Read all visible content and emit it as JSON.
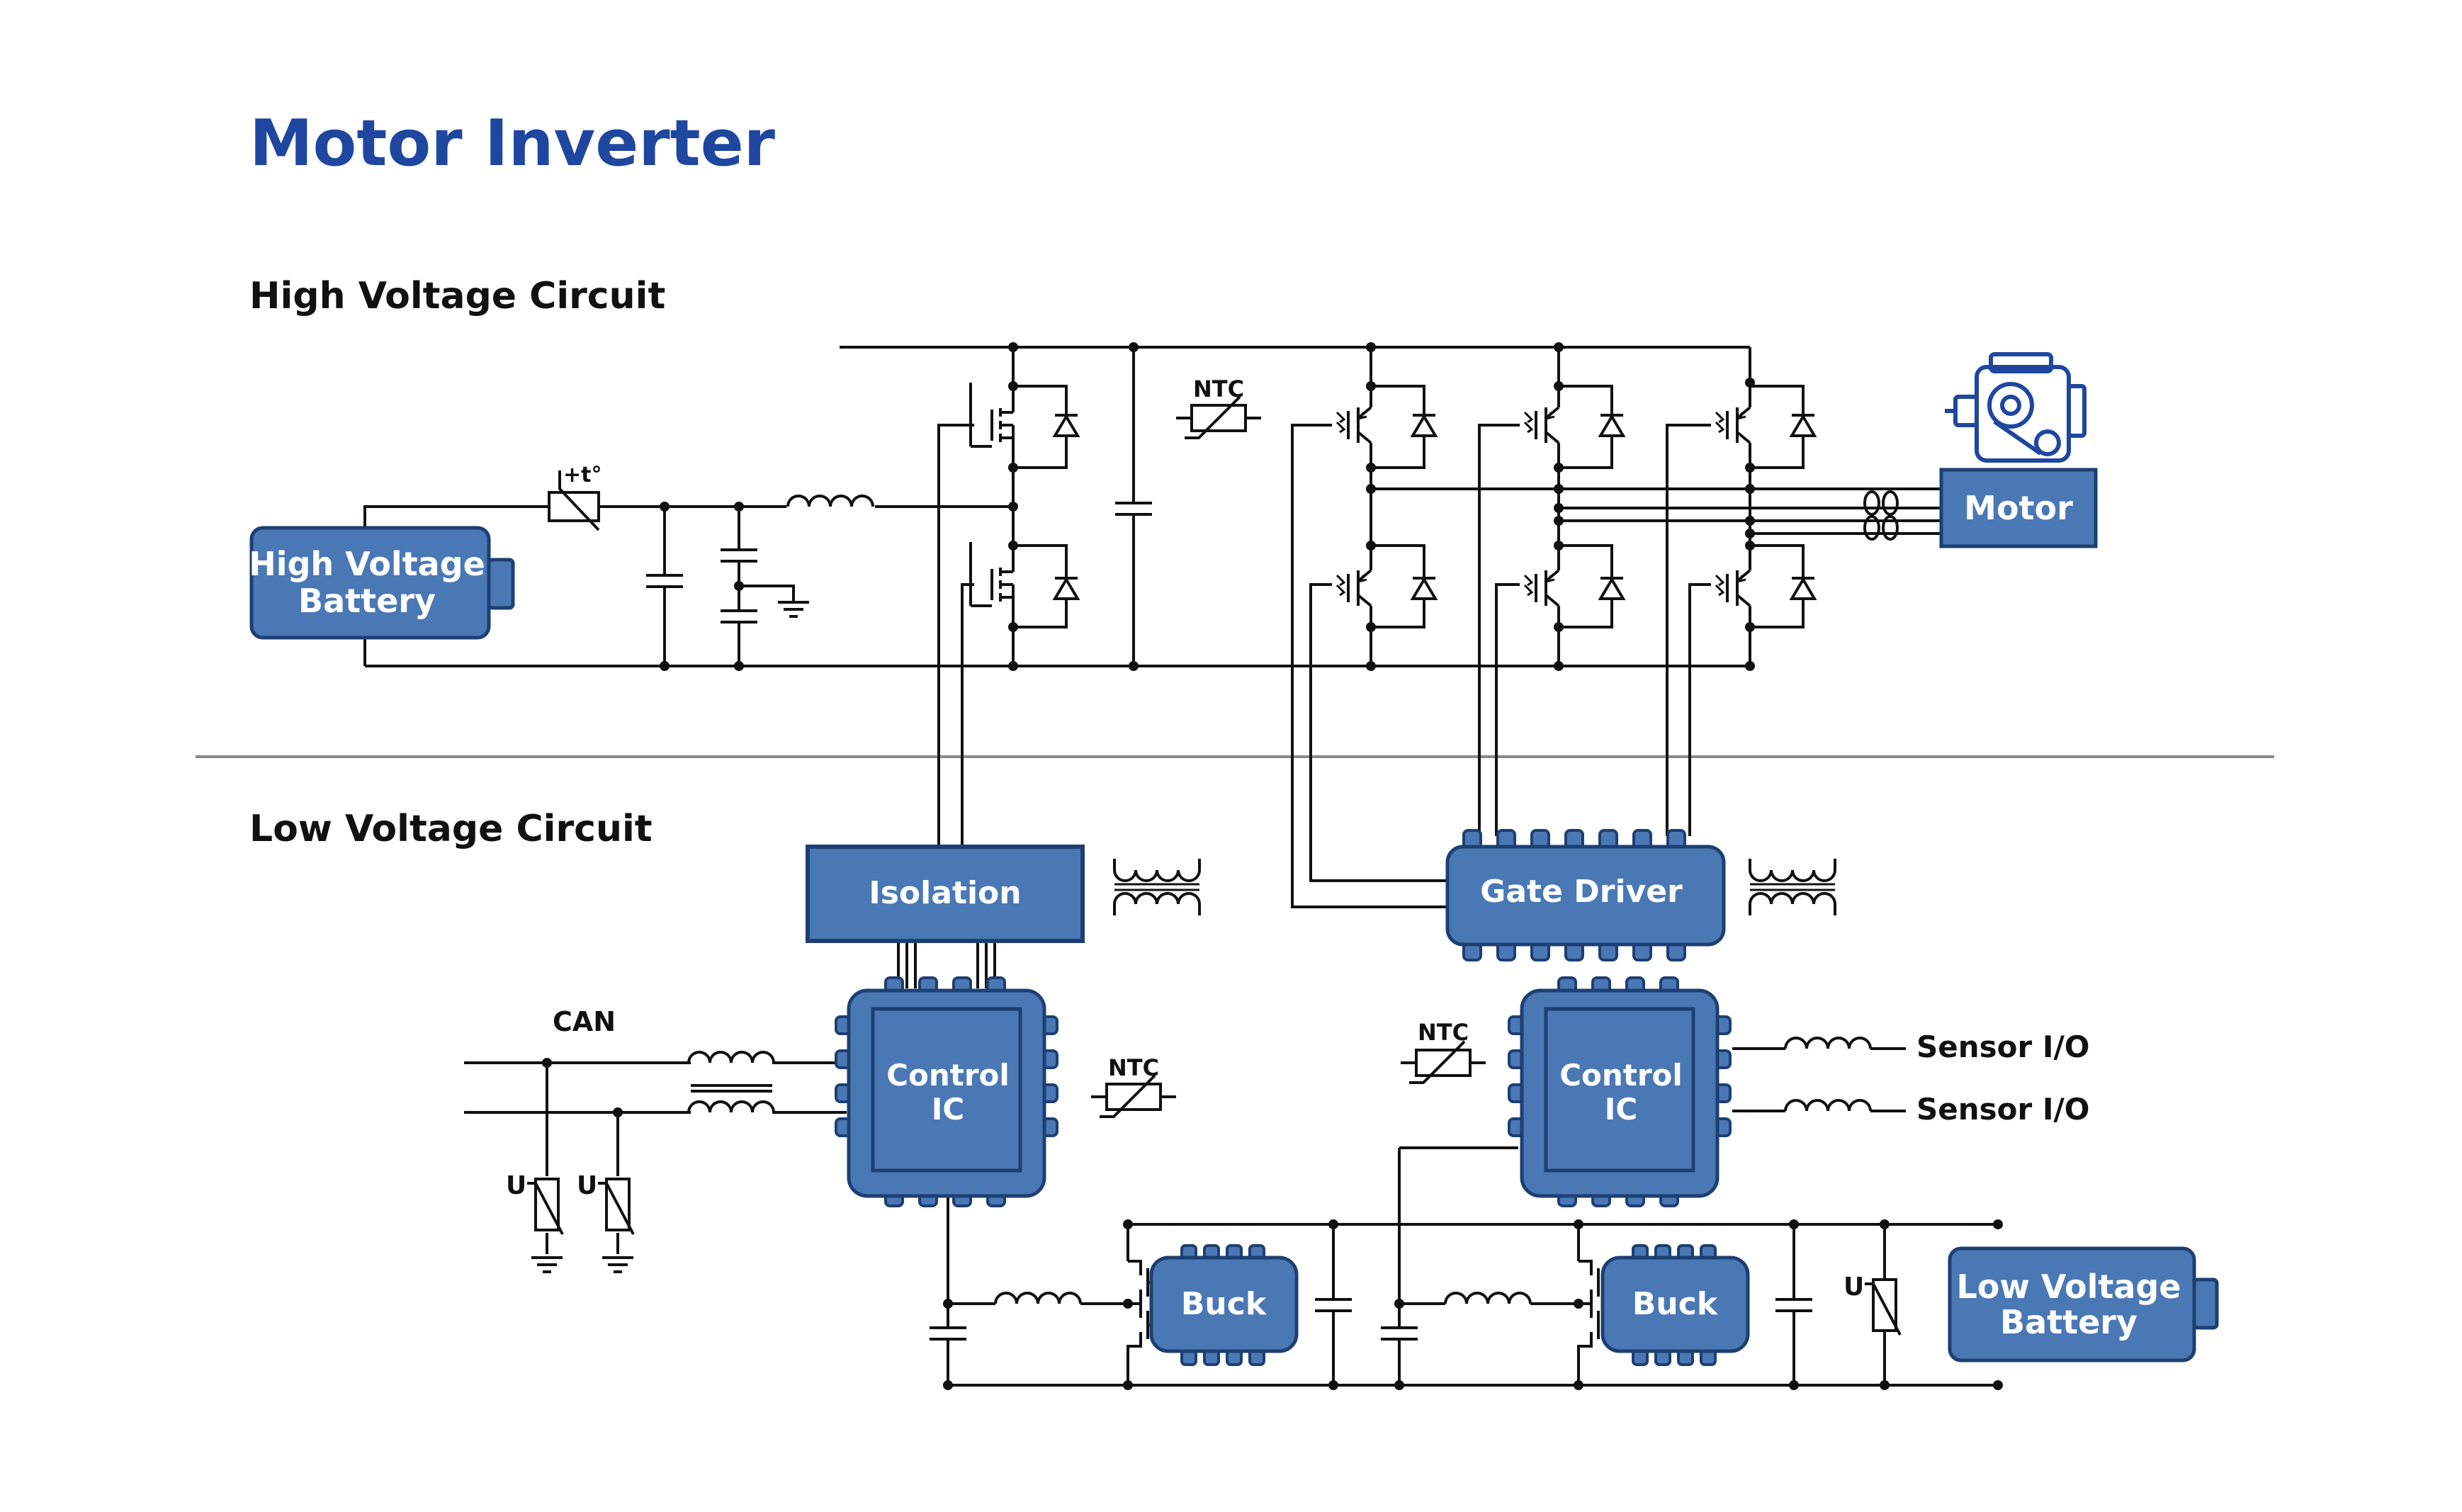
{
  "title": "Motor Inverter",
  "sections": {
    "high_voltage": "High Voltage Circuit",
    "low_voltage": "Low Voltage Circuit"
  },
  "blocks": {
    "hv_battery": [
      "High Voltage",
      "Battery"
    ],
    "motor": "Motor",
    "isolation": "Isolation",
    "gate_driver": "Gate Driver",
    "control_ic_left": [
      "Control",
      "IC"
    ],
    "control_ic_right": [
      "Control",
      "IC"
    ],
    "buck_left": "Buck",
    "buck_right": "Buck",
    "lv_battery": [
      "Low Voltage",
      "Battery"
    ]
  },
  "labels": {
    "ntc": "NTC",
    "ptc": "+t°",
    "can": "CAN",
    "sensor_io_1": "Sensor I/O",
    "sensor_io_2": "Sensor I/O",
    "varistor": "U"
  },
  "colors": {
    "title": "#1f47a0",
    "block_fill": "#4a78b5",
    "block_stroke": "#1d3f72",
    "wire": "#111111",
    "divider": "#8a8a8a"
  },
  "icons": [
    "motor-icon",
    "transformer-icon",
    "inductor-icon",
    "capacitor-icon",
    "mosfet-icon",
    "igbt-icon",
    "diode-icon",
    "ntc-thermistor-icon",
    "varistor-icon",
    "ground-icon",
    "ptc-fuse-icon"
  ]
}
